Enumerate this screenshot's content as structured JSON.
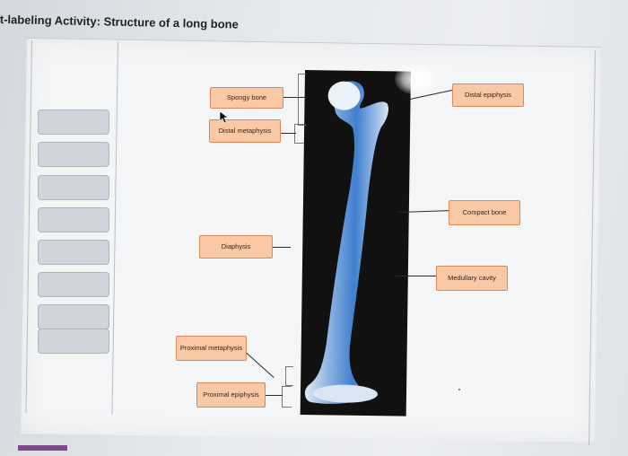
{
  "header": {
    "title": "t-labeling Activity: Structure of a long bone"
  },
  "term_bank": {
    "slots": [
      "",
      "",
      "",
      "",
      "",
      "",
      "",
      ""
    ]
  },
  "labels": {
    "spongy_bone": "Spongy bone",
    "distal_metaphysis": "Distal metaphysis",
    "diaphysis": "Diaphysis",
    "proximal_metaphysis": "Proximal metaphysis",
    "proximal_epiphysis": "Proximal epiphysis",
    "distal_epiphysis": "Distal epiphysis",
    "compact_bone": "Compact bone",
    "medullary_cavity": "Medullary cavity"
  },
  "colors": {
    "label_fill": "#f9c8a4",
    "label_border": "#d9885b",
    "bone": "#5a8fd0"
  }
}
